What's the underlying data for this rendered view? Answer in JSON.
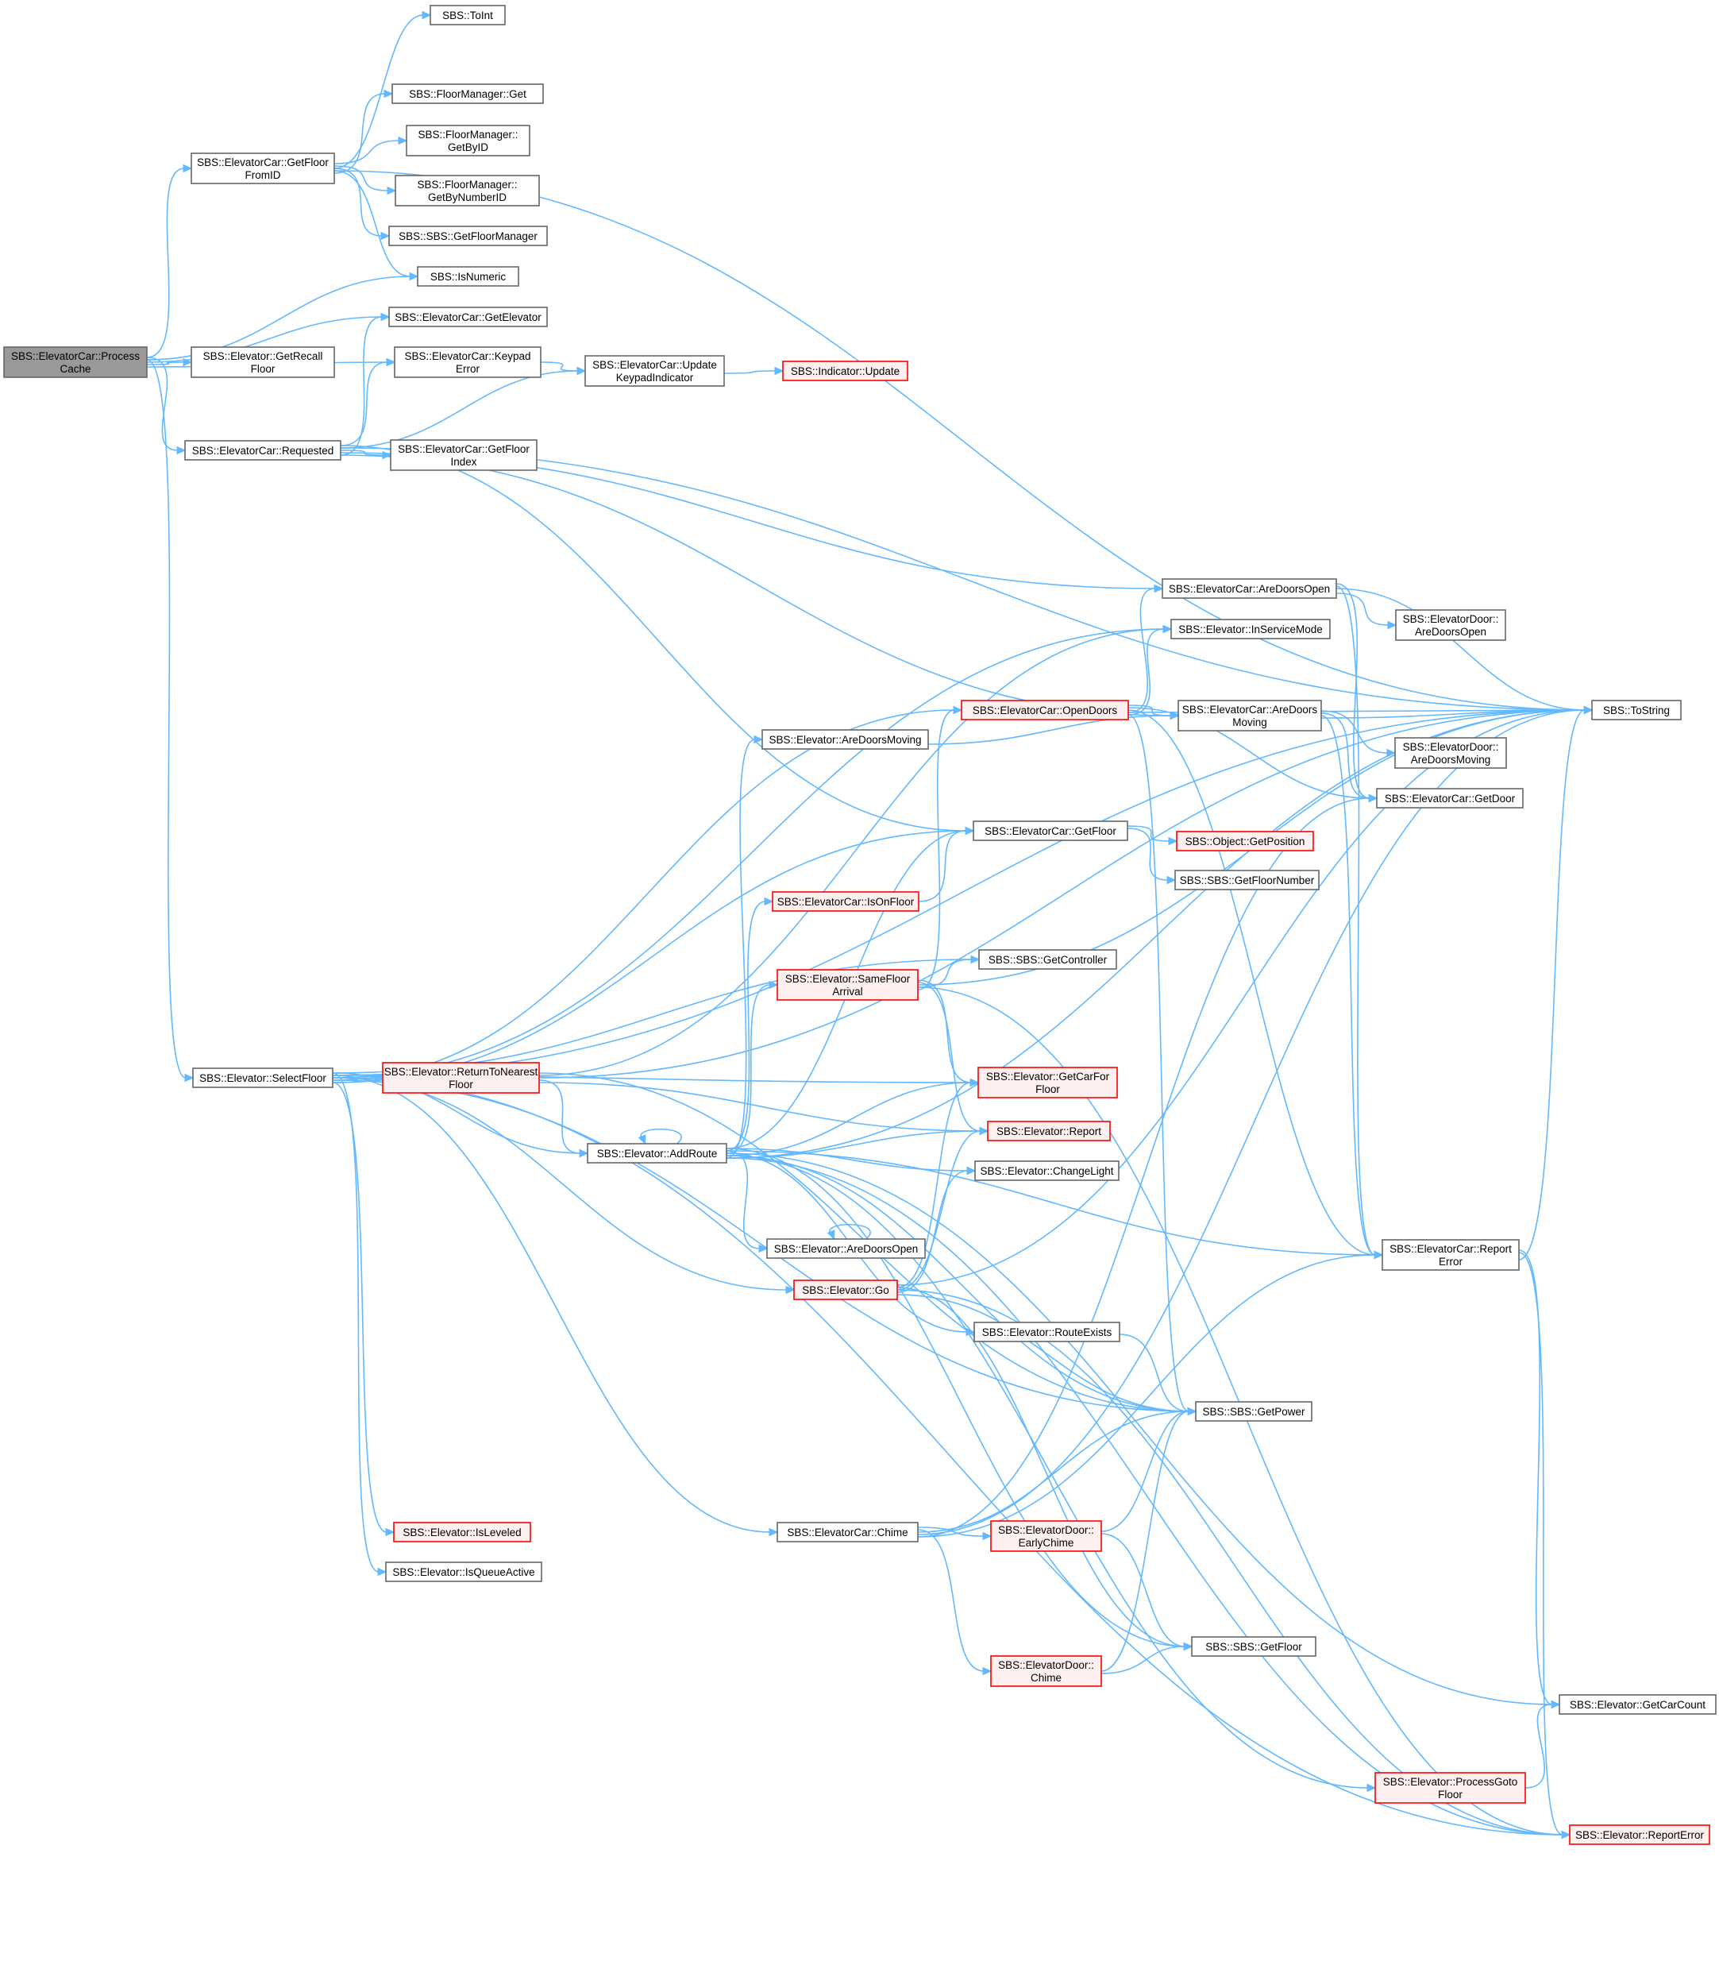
{
  "colors": {
    "edge": "#63b8ff",
    "normal_fill": "#ffffff",
    "normal_border": "#666666",
    "root_fill": "#999999",
    "root_border": "#666666",
    "truncated_fill": "#fff0f0",
    "truncated_border": "#ff0000"
  },
  "nodes": [
    {
      "id": "processCache",
      "kind": "root",
      "lines": [
        "SBS::ElevatorCar::Process",
        "Cache"
      ]
    },
    {
      "id": "getFloorFromID",
      "kind": "normal",
      "lines": [
        "SBS::ElevatorCar::GetFloor",
        "FromID"
      ]
    },
    {
      "id": "requested",
      "kind": "normal",
      "lines": [
        "SBS::ElevatorCar::Requested"
      ]
    },
    {
      "id": "getRecallFloor",
      "kind": "normal",
      "lines": [
        "SBS::Elevator::GetRecall",
        "Floor"
      ]
    },
    {
      "id": "selectFloor",
      "kind": "normal",
      "lines": [
        "SBS::Elevator::SelectFloor"
      ]
    },
    {
      "id": "toInt",
      "kind": "normal",
      "lines": [
        "SBS::ToInt"
      ]
    },
    {
      "id": "fmGet",
      "kind": "normal",
      "lines": [
        "SBS::FloorManager::Get"
      ]
    },
    {
      "id": "fmGetByID",
      "kind": "normal",
      "lines": [
        "SBS::FloorManager::",
        "GetByID"
      ]
    },
    {
      "id": "fmGetByNumberID",
      "kind": "normal",
      "lines": [
        "SBS::FloorManager::",
        "GetByNumberID"
      ]
    },
    {
      "id": "getFloorManager",
      "kind": "normal",
      "lines": [
        "SBS::SBS::GetFloorManager"
      ]
    },
    {
      "id": "isNumeric",
      "kind": "normal",
      "lines": [
        "SBS::IsNumeric"
      ]
    },
    {
      "id": "getElevator",
      "kind": "normal",
      "lines": [
        "SBS::ElevatorCar::GetElevator"
      ]
    },
    {
      "id": "keypadError",
      "kind": "normal",
      "lines": [
        "SBS::ElevatorCar::Keypad",
        "Error"
      ]
    },
    {
      "id": "updateKeypad",
      "kind": "normal",
      "lines": [
        "SBS::ElevatorCar::Update",
        "KeypadIndicator"
      ]
    },
    {
      "id": "indicatorUpdate",
      "kind": "truncated",
      "lines": [
        "SBS::Indicator::Update"
      ]
    },
    {
      "id": "getFloorIndex",
      "kind": "normal",
      "lines": [
        "SBS::ElevatorCar::GetFloor",
        "Index"
      ]
    },
    {
      "id": "carAreDoorsOpen",
      "kind": "normal",
      "lines": [
        "SBS::ElevatorCar::AreDoorsOpen"
      ]
    },
    {
      "id": "inServiceMode",
      "kind": "normal",
      "lines": [
        "SBS::Elevator::InServiceMode"
      ]
    },
    {
      "id": "doorAreDoorsOpen",
      "kind": "normal",
      "lines": [
        "SBS::ElevatorDoor::",
        "AreDoorsOpen"
      ]
    },
    {
      "id": "toString",
      "kind": "normal",
      "lines": [
        "SBS::ToString"
      ]
    },
    {
      "id": "openDoors",
      "kind": "truncated",
      "lines": [
        "SBS::ElevatorCar::OpenDoors"
      ]
    },
    {
      "id": "carAreDoorsMoving",
      "kind": "normal",
      "lines": [
        "SBS::ElevatorCar::AreDoors",
        "Moving"
      ]
    },
    {
      "id": "elevAreDoorsMoving",
      "kind": "normal",
      "lines": [
        "SBS::Elevator::AreDoorsMoving"
      ]
    },
    {
      "id": "doorAreDoorsMoving",
      "kind": "normal",
      "lines": [
        "SBS::ElevatorDoor::",
        "AreDoorsMoving"
      ]
    },
    {
      "id": "getDoor",
      "kind": "normal",
      "lines": [
        "SBS::ElevatorCar::GetDoor"
      ]
    },
    {
      "id": "carGetFloor",
      "kind": "normal",
      "lines": [
        "SBS::ElevatorCar::GetFloor"
      ]
    },
    {
      "id": "getPosition",
      "kind": "truncated",
      "lines": [
        "SBS::Object::GetPosition"
      ]
    },
    {
      "id": "getFloorNumber",
      "kind": "normal",
      "lines": [
        "SBS::SBS::GetFloorNumber"
      ]
    },
    {
      "id": "isOnFloor",
      "kind": "truncated",
      "lines": [
        "SBS::ElevatorCar::IsOnFloor"
      ]
    },
    {
      "id": "getController",
      "kind": "normal",
      "lines": [
        "SBS::SBS::GetController"
      ]
    },
    {
      "id": "sameFloorArrival",
      "kind": "truncated",
      "lines": [
        "SBS::Elevator::SameFloor",
        "Arrival"
      ]
    },
    {
      "id": "returnToNearest",
      "kind": "truncated",
      "lines": [
        "SBS::Elevator::ReturnToNearest",
        "Floor"
      ]
    },
    {
      "id": "getCarForFloor",
      "kind": "truncated",
      "lines": [
        "SBS::Elevator::GetCarFor",
        "Floor"
      ]
    },
    {
      "id": "report",
      "kind": "truncated",
      "lines": [
        "SBS::Elevator::Report"
      ]
    },
    {
      "id": "addRoute",
      "kind": "normal",
      "lines": [
        "SBS::Elevator::AddRoute"
      ]
    },
    {
      "id": "changeLight",
      "kind": "normal",
      "lines": [
        "SBS::Elevator::ChangeLight"
      ]
    },
    {
      "id": "elevAreDoorsOpen",
      "kind": "normal",
      "lines": [
        "SBS::Elevator::AreDoorsOpen"
      ]
    },
    {
      "id": "carReportError",
      "kind": "normal",
      "lines": [
        "SBS::ElevatorCar::Report",
        "Error"
      ]
    },
    {
      "id": "go",
      "kind": "truncated",
      "lines": [
        "SBS::Elevator::Go"
      ]
    },
    {
      "id": "routeExists",
      "kind": "normal",
      "lines": [
        "SBS::Elevator::RouteExists"
      ]
    },
    {
      "id": "getPower",
      "kind": "normal",
      "lines": [
        "SBS::SBS::GetPower"
      ]
    },
    {
      "id": "isLeveled",
      "kind": "truncated",
      "lines": [
        "SBS::Elevator::IsLeveled"
      ]
    },
    {
      "id": "isQueueActive",
      "kind": "normal",
      "lines": [
        "SBS::Elevator::IsQueueActive"
      ]
    },
    {
      "id": "chime",
      "kind": "normal",
      "lines": [
        "SBS::ElevatorCar::Chime"
      ]
    },
    {
      "id": "earlyChime",
      "kind": "truncated",
      "lines": [
        "SBS::ElevatorDoor::",
        "EarlyChime"
      ]
    },
    {
      "id": "doorChime",
      "kind": "truncated",
      "lines": [
        "SBS::ElevatorDoor::",
        "Chime"
      ]
    },
    {
      "id": "sbsGetFloor",
      "kind": "normal",
      "lines": [
        "SBS::SBS::GetFloor"
      ]
    },
    {
      "id": "getCarCount",
      "kind": "normal",
      "lines": [
        "SBS::Elevator::GetCarCount"
      ]
    },
    {
      "id": "processGotoFloor",
      "kind": "truncated",
      "lines": [
        "SBS::Elevator::ProcessGoto",
        "Floor"
      ]
    },
    {
      "id": "elevReportError",
      "kind": "truncated",
      "lines": [
        "SBS::Elevator::ReportError"
      ]
    }
  ],
  "edges": [
    [
      "processCache",
      "getFloorFromID"
    ],
    [
      "processCache",
      "isNumeric"
    ],
    [
      "processCache",
      "getElevator"
    ],
    [
      "processCache",
      "getRecallFloor"
    ],
    [
      "processCache",
      "keypadError"
    ],
    [
      "processCache",
      "requested"
    ],
    [
      "processCache",
      "selectFloor"
    ],
    [
      "getFloorFromID",
      "toInt"
    ],
    [
      "getFloorFromID",
      "toString"
    ],
    [
      "getFloorFromID",
      "fmGet"
    ],
    [
      "getFloorFromID",
      "fmGetByID"
    ],
    [
      "getFloorFromID",
      "fmGetByNumberID"
    ],
    [
      "getFloorFromID",
      "getFloorManager"
    ],
    [
      "getFloorFromID",
      "isNumeric"
    ],
    [
      "requested",
      "getElevator"
    ],
    [
      "requested",
      "keypadError"
    ],
    [
      "requested",
      "updateKeypad"
    ],
    [
      "requested",
      "getFloorIndex"
    ],
    [
      "requested",
      "carAreDoorsOpen"
    ],
    [
      "requested",
      "carAreDoorsMoving"
    ],
    [
      "requested",
      "carGetFloor"
    ],
    [
      "requested",
      "toString"
    ],
    [
      "keypadError",
      "updateKeypad"
    ],
    [
      "updateKeypad",
      "indicatorUpdate"
    ],
    [
      "carAreDoorsOpen",
      "doorAreDoorsOpen"
    ],
    [
      "carAreDoorsOpen",
      "getDoor"
    ],
    [
      "carAreDoorsOpen",
      "carReportError"
    ],
    [
      "carAreDoorsOpen",
      "toString"
    ],
    [
      "openDoors",
      "carAreDoorsOpen"
    ],
    [
      "openDoors",
      "inServiceMode"
    ],
    [
      "openDoors",
      "carAreDoorsMoving"
    ],
    [
      "openDoors",
      "getDoor"
    ],
    [
      "openDoors",
      "carReportError"
    ],
    [
      "openDoors",
      "toString"
    ],
    [
      "openDoors",
      "getPower"
    ],
    [
      "carAreDoorsMoving",
      "doorAreDoorsMoving"
    ],
    [
      "carAreDoorsMoving",
      "getDoor"
    ],
    [
      "carAreDoorsMoving",
      "carReportError"
    ],
    [
      "carAreDoorsMoving",
      "toString"
    ],
    [
      "elevAreDoorsMoving",
      "carAreDoorsMoving"
    ],
    [
      "carGetFloor",
      "getPosition"
    ],
    [
      "carGetFloor",
      "getFloorNumber"
    ],
    [
      "isOnFloor",
      "carGetFloor"
    ],
    [
      "sameFloorArrival",
      "getController"
    ],
    [
      "sameFloorArrival",
      "openDoors"
    ],
    [
      "sameFloorArrival",
      "getCarForFloor"
    ],
    [
      "sameFloorArrival",
      "report"
    ],
    [
      "sameFloorArrival",
      "toString"
    ],
    [
      "sameFloorArrival",
      "elevReportError"
    ],
    [
      "selectFloor",
      "returnToNearest"
    ],
    [
      "selectFloor",
      "addRoute"
    ],
    [
      "selectFloor",
      "toString"
    ],
    [
      "selectFloor",
      "inServiceMode"
    ],
    [
      "selectFloor",
      "openDoors"
    ],
    [
      "selectFloor",
      "carGetFloor"
    ],
    [
      "selectFloor",
      "getController"
    ],
    [
      "selectFloor",
      "getCarForFloor"
    ],
    [
      "selectFloor",
      "go"
    ],
    [
      "selectFloor",
      "getPower"
    ],
    [
      "selectFloor",
      "isLeveled"
    ],
    [
      "selectFloor",
      "isQueueActive"
    ],
    [
      "selectFloor",
      "chime"
    ],
    [
      "selectFloor",
      "elevReportError"
    ],
    [
      "returnToNearest",
      "addRoute"
    ],
    [
      "returnToNearest",
      "report"
    ],
    [
      "returnToNearest",
      "getPower"
    ],
    [
      "returnToNearest",
      "inServiceMode"
    ],
    [
      "returnToNearest",
      "toString"
    ],
    [
      "addRoute",
      "addRoute"
    ],
    [
      "addRoute",
      "elevAreDoorsMoving"
    ],
    [
      "addRoute",
      "carGetFloor"
    ],
    [
      "addRoute",
      "isOnFloor"
    ],
    [
      "addRoute",
      "sameFloorArrival"
    ],
    [
      "addRoute",
      "getCarForFloor"
    ],
    [
      "addRoute",
      "report"
    ],
    [
      "addRoute",
      "changeLight"
    ],
    [
      "addRoute",
      "elevAreDoorsOpen"
    ],
    [
      "addRoute",
      "routeExists"
    ],
    [
      "addRoute",
      "getPower"
    ],
    [
      "addRoute",
      "toString"
    ],
    [
      "addRoute",
      "sbsGetFloor"
    ],
    [
      "addRoute",
      "carReportError"
    ],
    [
      "addRoute",
      "getCarCount"
    ],
    [
      "addRoute",
      "processGotoFloor"
    ],
    [
      "addRoute",
      "elevReportError"
    ],
    [
      "elevAreDoorsOpen",
      "elevAreDoorsOpen"
    ],
    [
      "go",
      "getCarForFloor"
    ],
    [
      "go",
      "report"
    ],
    [
      "go",
      "changeLight"
    ],
    [
      "go",
      "getPower"
    ],
    [
      "go",
      "toString"
    ],
    [
      "go",
      "sbsGetFloor"
    ],
    [
      "go",
      "elevReportError"
    ],
    [
      "routeExists",
      "getPower"
    ],
    [
      "chime",
      "getDoor"
    ],
    [
      "chime",
      "earlyChime"
    ],
    [
      "chime",
      "doorChime"
    ],
    [
      "chime",
      "getPower"
    ],
    [
      "chime",
      "toString"
    ],
    [
      "chime",
      "carReportError"
    ],
    [
      "earlyChime",
      "getPower"
    ],
    [
      "earlyChime",
      "sbsGetFloor"
    ],
    [
      "doorChime",
      "getPower"
    ],
    [
      "doorChime",
      "sbsGetFloor"
    ],
    [
      "carReportError",
      "toString"
    ],
    [
      "carReportError",
      "getCarCount"
    ],
    [
      "carReportError",
      "elevReportError"
    ],
    [
      "processGotoFloor",
      "getCarCount"
    ]
  ]
}
